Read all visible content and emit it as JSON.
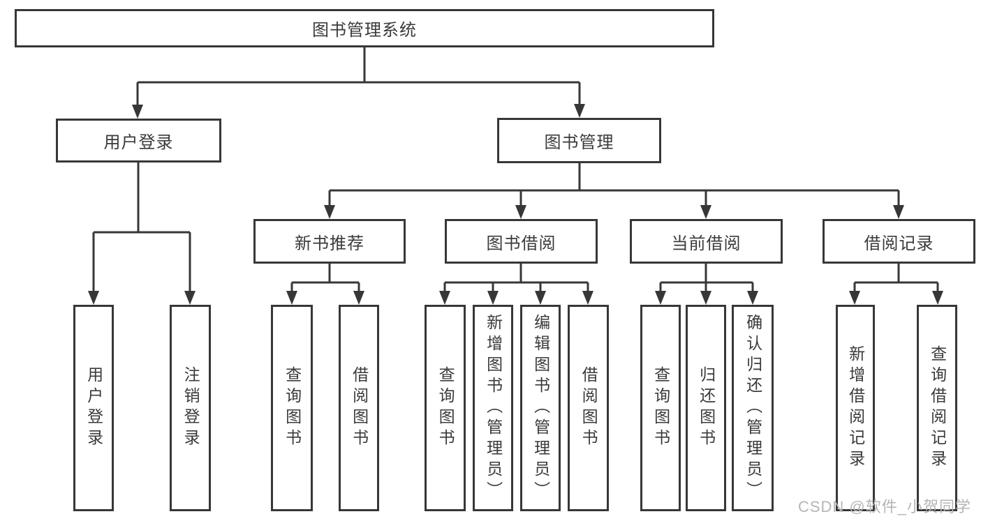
{
  "tree": {
    "label": "图书管理系统",
    "children": [
      {
        "label": "用户登录",
        "children": [
          {
            "label": "用户登录"
          },
          {
            "label": "注销登录"
          }
        ]
      },
      {
        "label": "图书管理",
        "children": [
          {
            "label": "新书推荐",
            "children": [
              {
                "label": "查询图书"
              },
              {
                "label": "借阅图书"
              }
            ]
          },
          {
            "label": "图书借阅",
            "children": [
              {
                "label": "查询图书"
              },
              {
                "label": "新增图书（管理员）"
              },
              {
                "label": "编辑图书（管理员）"
              },
              {
                "label": "借阅图书"
              }
            ]
          },
          {
            "label": "当前借阅",
            "children": [
              {
                "label": "查询图书"
              },
              {
                "label": "归还图书"
              },
              {
                "label": "确认归还（管理员）"
              }
            ]
          },
          {
            "label": "借阅记录",
            "children": [
              {
                "label": "新增借阅记录"
              },
              {
                "label": "查询借阅记录"
              }
            ]
          }
        ]
      }
    ]
  },
  "watermark": "CSDN @软件_小贺同学",
  "colors": {
    "line": "#373737",
    "box_border": "#373737",
    "box_background": "#ffffff",
    "text": "#3a3a3a",
    "watermark": "#b5b5b5"
  }
}
